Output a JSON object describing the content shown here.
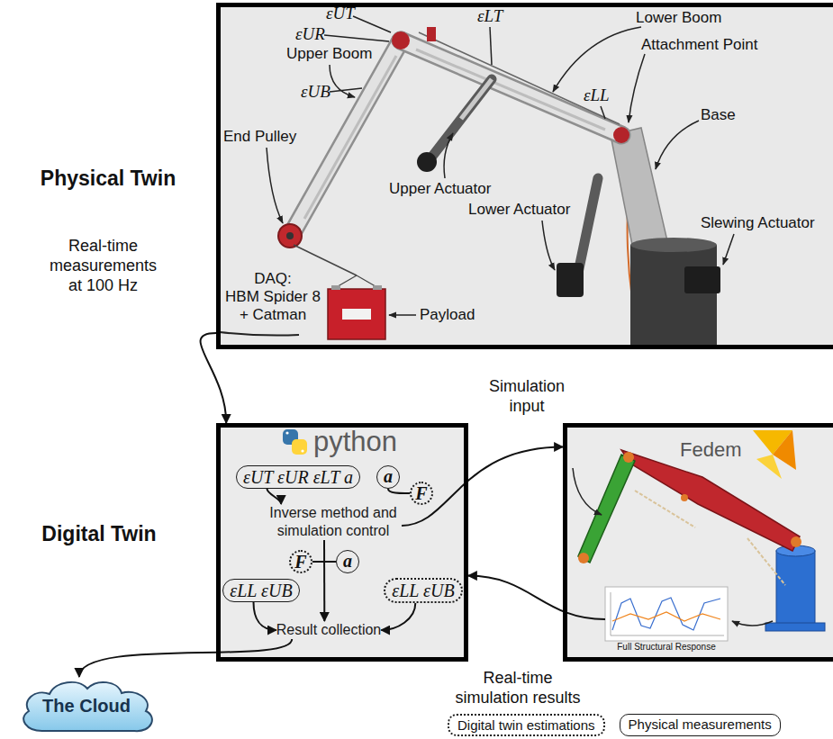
{
  "diagram": {
    "nodes": [
      {
        "text": [
          "Physical Twin"
        ]
      },
      {
        "text": [
          "Digital Twin",
          "python"
        ]
      },
      {
        "text": [
          "εUT εUR εLT a"
        ],
        "in": 1
      },
      {
        "text": [
          "a"
        ],
        "in": 1
      },
      {
        "text": [
          "F"
        ],
        "in": 1
      },
      {
        "text": [
          "Inverse method and simulation control"
        ],
        "in": 1
      },
      {
        "text": [
          "F"
        ],
        "in": 1
      },
      {
        "text": [
          "a"
        ],
        "in": 1
      },
      {
        "text": [
          "εLL εUB"
        ],
        "in": 1
      },
      {
        "text": [
          "εLL εUB"
        ],
        "in": 1
      },
      {
        "text": [
          "Result collection"
        ],
        "in": 1
      },
      {
        "text": [
          "Fedem"
        ]
      },
      {
        "text": [
          "Full Structural Response"
        ],
        "in": 11
      },
      {
        "text": [
          "The Cloud"
        ]
      }
    ],
    "edges": [
      {
        "from": 0,
        "to": 1,
        "arrow": "to",
        "label": "Real-time measurements at 100 Hz"
      },
      {
        "from": 2,
        "to": 5,
        "arrow": "to"
      },
      {
        "from": 3,
        "to": 4,
        "arrow": "none"
      },
      {
        "from": 5,
        "to": 11,
        "arrow": "to",
        "label": "Simulation input"
      },
      {
        "from": 6,
        "to": 7,
        "arrow": "none"
      },
      {
        "from": 5,
        "to": 10,
        "arrow": "to"
      },
      {
        "from": 8,
        "to": 10,
        "arrow": "to"
      },
      {
        "from": 9,
        "to": 10,
        "arrow": "to"
      },
      {
        "from": 12,
        "to": 1,
        "arrow": "to",
        "label": "Real-time simulation results"
      },
      {
        "from": 10,
        "to": 13,
        "arrow": "to"
      }
    ],
    "labels": [
      "DAQ:",
      "HBM Spider 8 + Catman",
      "Upper Boom",
      "Lower Boom",
      "Attachment Point",
      "Base",
      "Slewing Actuator",
      "Upper Actuator",
      "Lower Actuator",
      "End Pulley",
      "Payload",
      "εUT",
      "εUR",
      "εLT",
      "εUB",
      "εLL"
    ],
    "legend": [
      {
        "text": "Digital twin estimations"
      },
      {
        "text": "Physical measurements"
      }
    ]
  }
}
